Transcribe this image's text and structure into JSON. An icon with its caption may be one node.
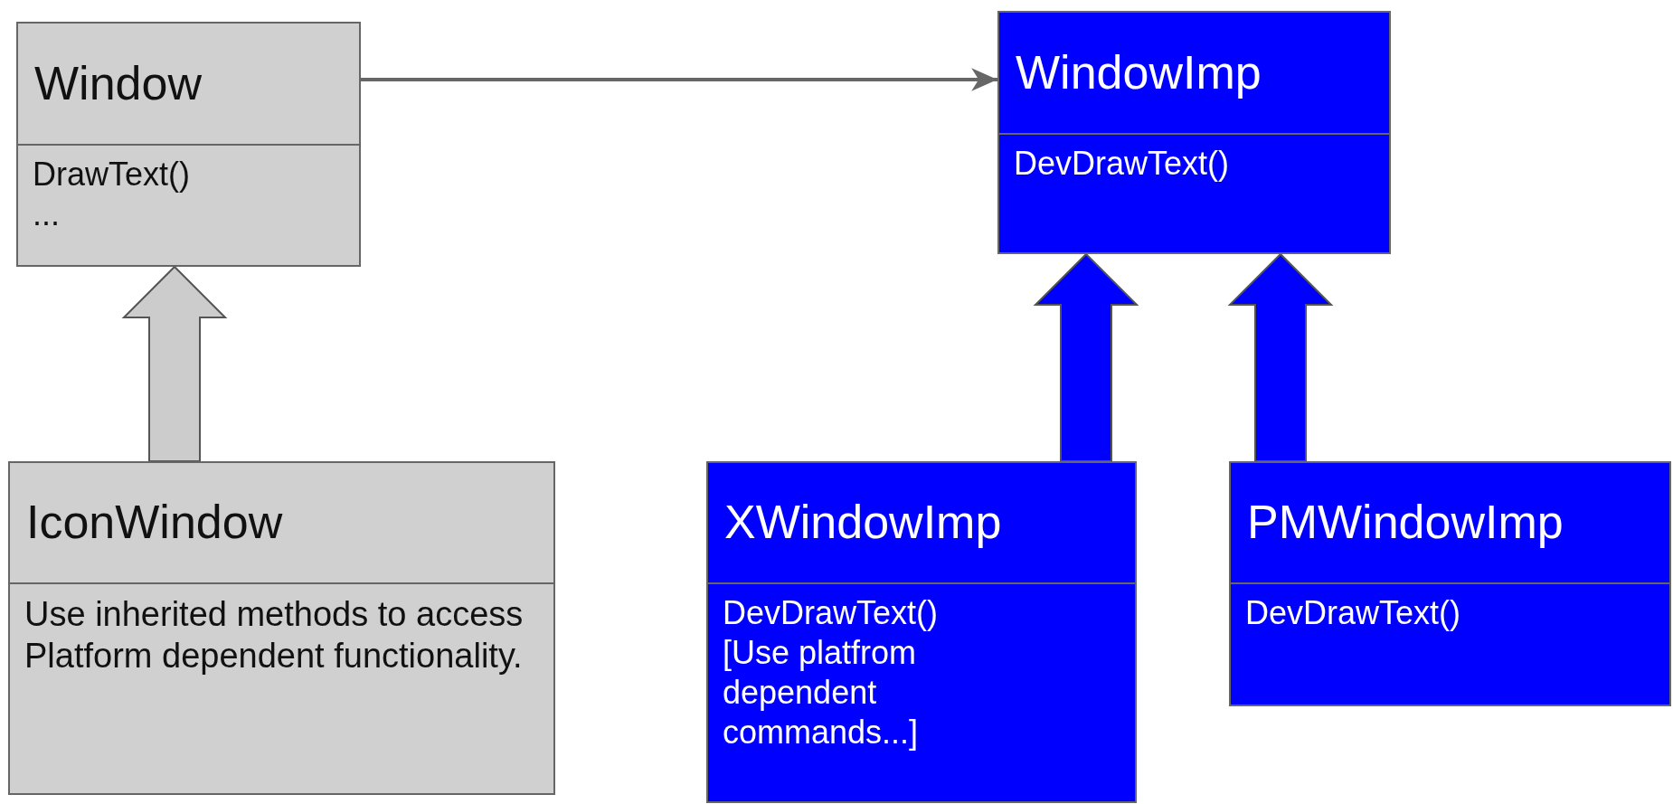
{
  "diagram": {
    "nodes": [
      {
        "text": [
          "Window",
          "DrawText() ..."
        ]
      },
      {
        "text": [
          "WindowImp",
          "DevDrawText()"
        ]
      },
      {
        "text": [
          "IconWindow",
          "Use inherited methods to access Platform dependent functionality."
        ]
      },
      {
        "text": [
          "XWindowImp",
          "DevDrawText()",
          "[Use platfrom dependent commands...]"
        ]
      },
      {
        "text": [
          "PMWindowImp",
          "DevDrawText()"
        ]
      }
    ],
    "edges": [
      {
        "from": 0,
        "to": 1,
        "arrow": "to",
        "color": "#666666"
      },
      {
        "from": 2,
        "to": 0,
        "arrow": "to",
        "style": "thick",
        "color": "#cccccc"
      },
      {
        "from": 3,
        "to": 1,
        "arrow": "to",
        "style": "thick",
        "color": "#0000ff"
      },
      {
        "from": 4,
        "to": 1,
        "arrow": "to",
        "style": "thick",
        "color": "#0000ff"
      }
    ]
  }
}
